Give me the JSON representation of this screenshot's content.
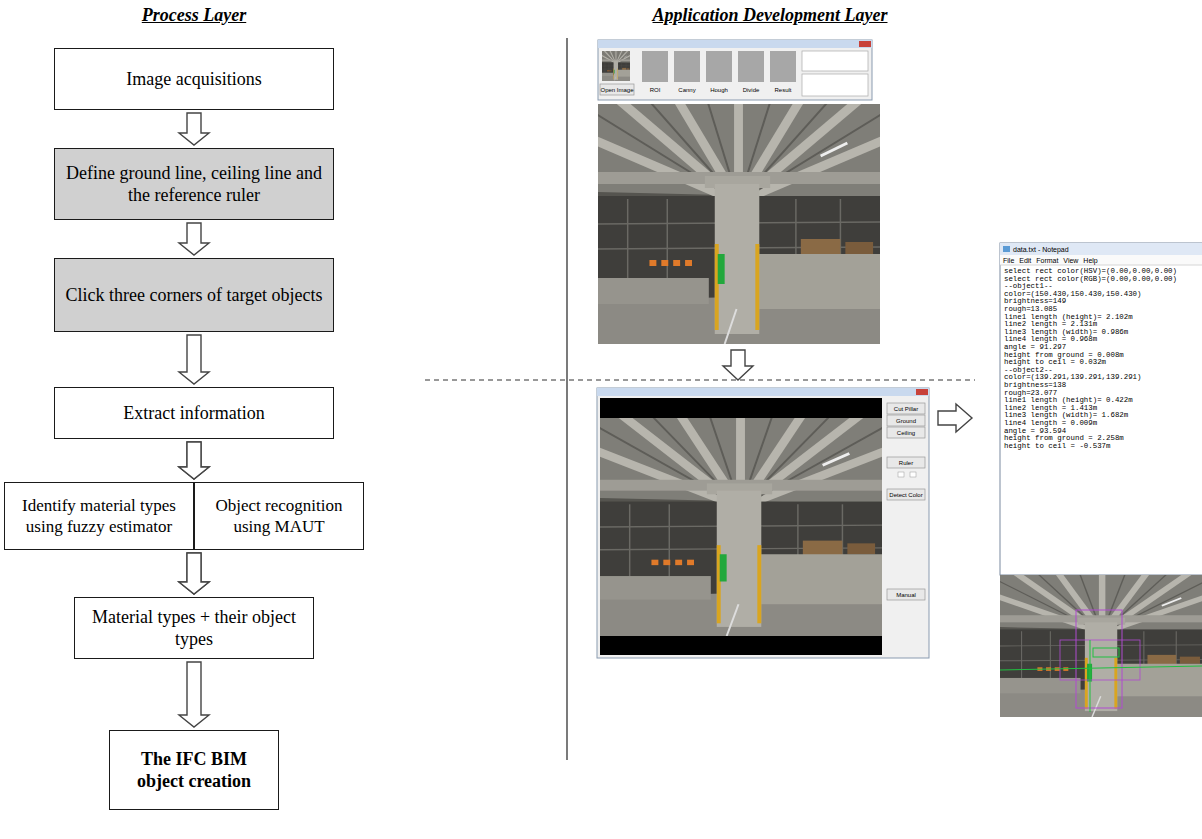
{
  "diagram": {
    "nodes": [
      {
        "text": [
          "Image acquisitions"
        ]
      },
      {
        "text": [
          "Define ground line, ceiling line and the reference ruler"
        ]
      },
      {
        "text": [
          "Click three corners of target objects"
        ]
      },
      {
        "text": [
          "Extract information"
        ]
      },
      {
        "text": [
          "Identify material types using fuzzy estimator"
        ]
      },
      {
        "text": [
          "Object recognition using MAUT"
        ]
      },
      {
        "text": [
          "Material types + their object types"
        ]
      },
      {
        "text": [
          "The IFC BIM object creation"
        ]
      }
    ],
    "edges": [
      {
        "from": 0,
        "to": 1,
        "arrow": "to"
      },
      {
        "from": 1,
        "to": 2,
        "arrow": "to"
      },
      {
        "from": 2,
        "to": 3,
        "arrow": "to"
      },
      {
        "from": 3,
        "to": 4,
        "arrow": "to"
      },
      {
        "from": 3,
        "to": 5,
        "arrow": "to"
      },
      {
        "from": 4,
        "to": 6,
        "arrow": "to"
      },
      {
        "from": 5,
        "to": 6,
        "arrow": "to"
      },
      {
        "from": 6,
        "to": 7,
        "arrow": "to"
      }
    ],
    "labels": [
      "Process Layer",
      "Application Development Layer",
      "Open Image",
      "ROI",
      "Canny",
      "Hough",
      "Divide",
      "Result",
      "Cut Pillar",
      "Ground",
      "Ceiling",
      "Ruler",
      "Detect Color",
      "Manual",
      "data.txt - Notepad",
      "File Edit Format View Help",
      "select rect color(HSV)=(0.00,0.00,0.00)",
      "select rect color(RGB)=(0.00,0.00,0.00)",
      "--object1--",
      "color=(150.430,150.430,150.430)",
      "brightness=149",
      "rough=13.085",
      "line1 length (height)= 2.102m",
      "line2 length = 2.131m",
      "line3 length (width)= 0.986m",
      "line4 length = 0.968m",
      "angle = 91.297",
      "height from ground = 0.008m",
      "height to ceil = 0.032m",
      "--object2--",
      "color=(139.291,139.291,139.291)",
      "brightness=138",
      "rough=23.077",
      "line1 length (height)= 0.422m",
      "line2 length = 1.413m",
      "line3 length (width)= 1.682m",
      "line4 length = 0.009m",
      "angle = 93.594",
      "height from ground = 2.258m",
      "height to ceil = -0.537m"
    ]
  }
}
